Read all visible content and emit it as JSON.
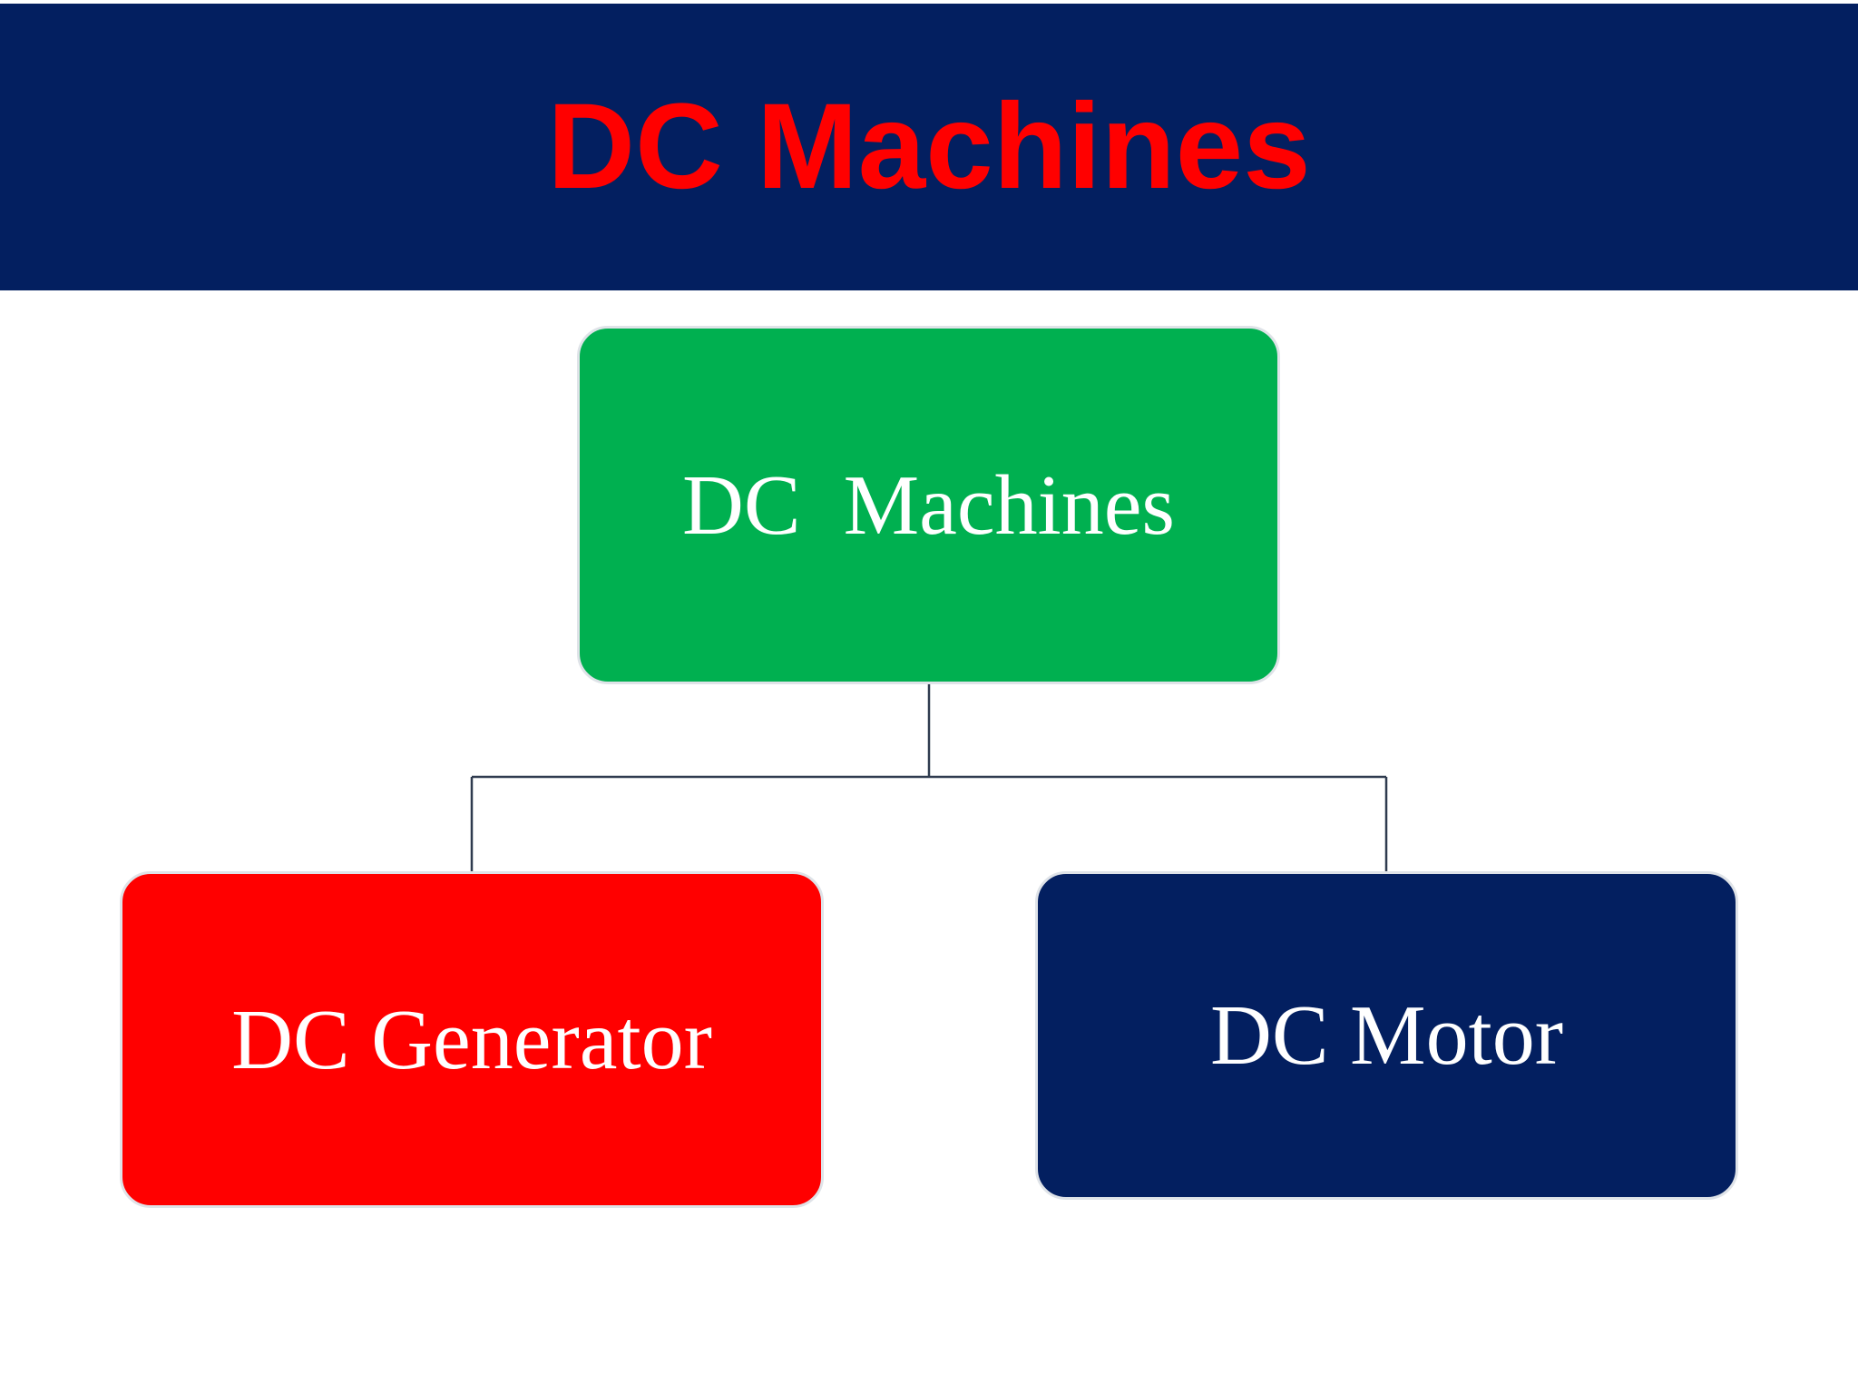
{
  "title": "DC Machines",
  "colors": {
    "header_background": "#031f60",
    "title_text": "#ff0000",
    "connector": "#2f3b4f"
  },
  "diagram": {
    "root": {
      "label": "DC  Machines",
      "color": "#00b050"
    },
    "children": [
      {
        "label": "DC Generator",
        "color": "#ff0000"
      },
      {
        "label": "DC Motor",
        "color": "#031f60"
      }
    ]
  }
}
